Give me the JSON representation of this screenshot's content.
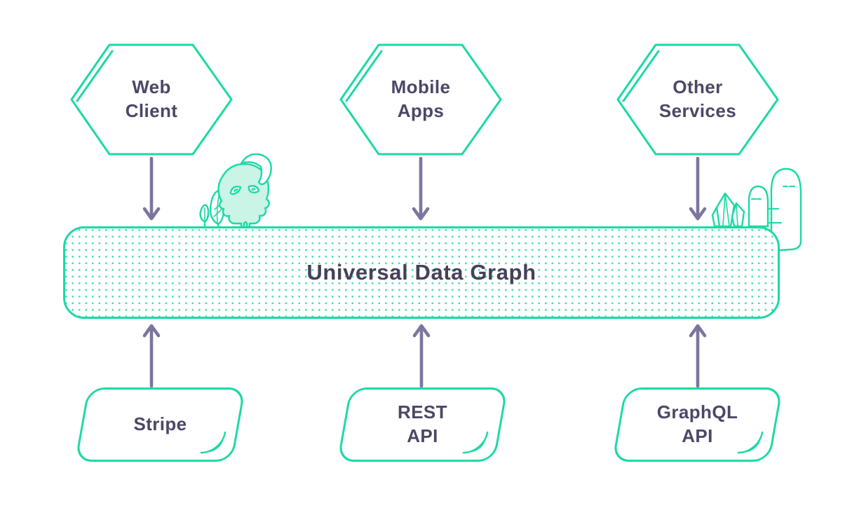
{
  "diagram": {
    "center_node": {
      "id": "universal-data-graph",
      "label": "Universal Data Graph",
      "shape": "dotted-rounded-bar"
    },
    "top_nodes": [
      {
        "id": "web-client",
        "lines": [
          "Web",
          "Client"
        ],
        "shape": "hexagon"
      },
      {
        "id": "mobile-apps",
        "lines": [
          "Mobile",
          "Apps"
        ],
        "shape": "hexagon"
      },
      {
        "id": "other-services",
        "lines": [
          "Other",
          "Services"
        ],
        "shape": "hexagon"
      }
    ],
    "bottom_nodes": [
      {
        "id": "stripe",
        "lines": [
          "Stripe"
        ],
        "shape": "skewed-rounded-rect"
      },
      {
        "id": "rest-api",
        "lines": [
          "REST",
          "API"
        ],
        "shape": "skewed-rounded-rect"
      },
      {
        "id": "graphql-api",
        "lines": [
          "GraphQL",
          "API"
        ],
        "shape": "skewed-rounded-rect"
      }
    ],
    "edges": [
      {
        "from": "web-client",
        "to": "universal-data-graph",
        "direction": "down"
      },
      {
        "from": "mobile-apps",
        "to": "universal-data-graph",
        "direction": "down"
      },
      {
        "from": "other-services",
        "to": "universal-data-graph",
        "direction": "down"
      },
      {
        "from": "stripe",
        "to": "universal-data-graph",
        "direction": "up"
      },
      {
        "from": "rest-api",
        "to": "universal-data-graph",
        "direction": "up"
      },
      {
        "from": "graphql-api",
        "to": "universal-data-graph",
        "direction": "up"
      }
    ],
    "decorations": [
      {
        "id": "sprout-creature-and-leaves",
        "side": "left-of-bar-top"
      },
      {
        "id": "crystals-and-hills",
        "side": "right-of-bar-top"
      }
    ],
    "colors": {
      "accent_teal": "#1cd9a5",
      "dot_teal": "#4bdfb8",
      "mint_fill": "#c9f4e6",
      "text_purple": "#4c4766",
      "title_purple": "#45415a",
      "arrow_slate": "#7b76a0",
      "background": "#ffffff"
    }
  }
}
